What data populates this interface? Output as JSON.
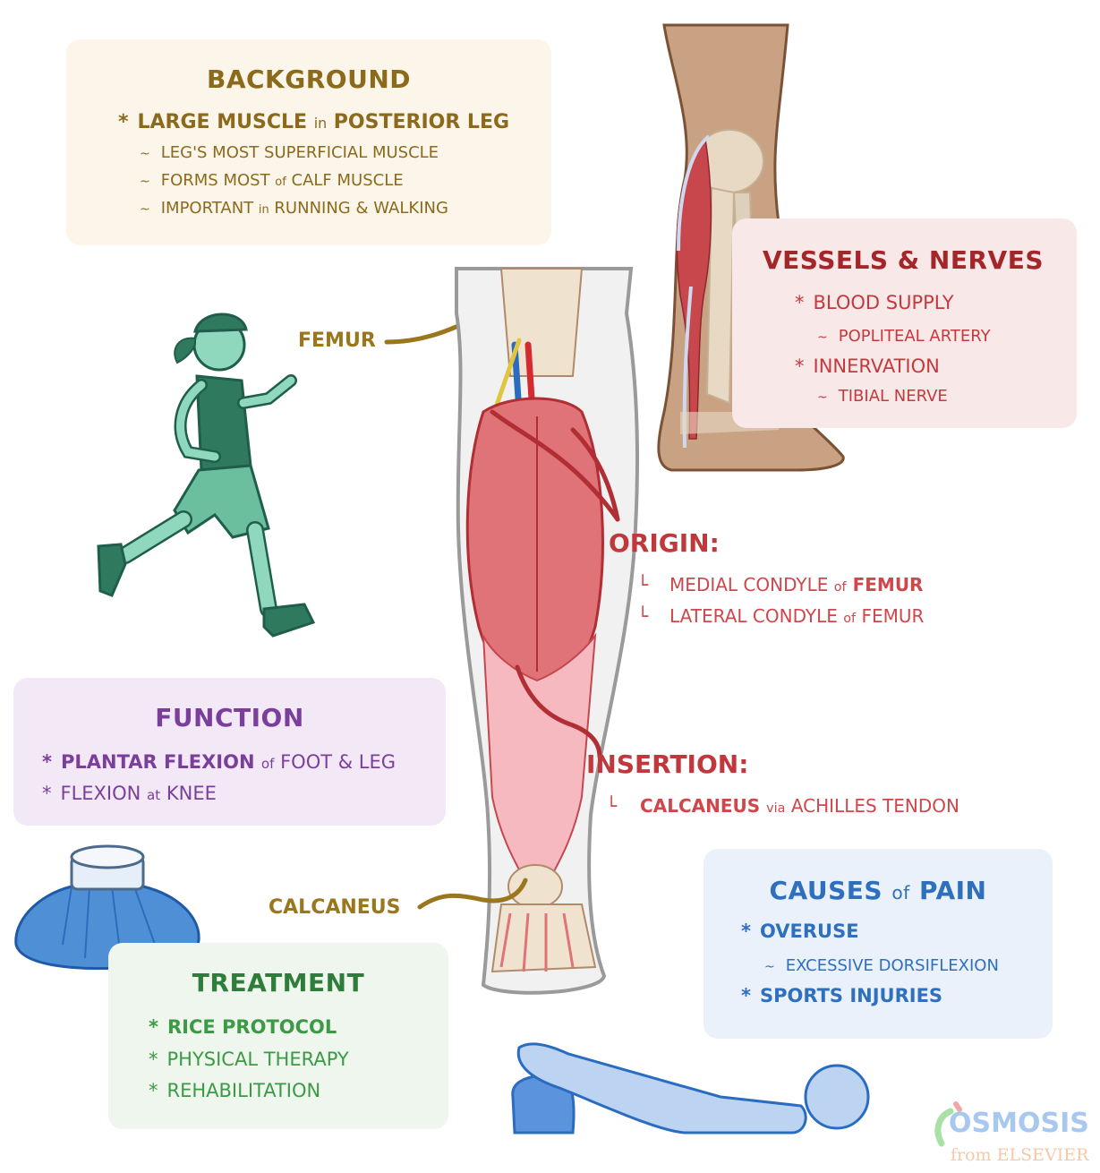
{
  "colors": {
    "background_text": "#8c6a1c",
    "background_box": "#fbf5ea",
    "vessels_text": "#a3262b",
    "vessels_sub": "#c33a3e",
    "vessels_box": "#f9e8e8",
    "function_text": "#7a3f9b",
    "function_box": "#f2e8f6",
    "origin_text": "#c0383c",
    "origin_sub": "#d0474b",
    "causes_text": "#2e6fbe",
    "causes_box": "#ebf1fa",
    "treatment_text": "#2e7d3a",
    "treatment_sub": "#3c9a45",
    "treatment_box": "#eef6ee",
    "bone_label": "#9a761c"
  },
  "background": {
    "title": "BACKGROUND",
    "main": {
      "bullet": "*",
      "pre": "LARGE MUSCLE ",
      "mid": "in",
      "post": " POSTERIOR LEG"
    },
    "subs": [
      {
        "bullet": "~",
        "pre": "LEG'S MOST SUPERFICIAL MUSCLE",
        "mid": "",
        "post": ""
      },
      {
        "bullet": "~",
        "pre": "FORMS MOST ",
        "mid": "of",
        "post": " CALF MUSCLE"
      },
      {
        "bullet": "~",
        "pre": "IMPORTANT ",
        "mid": "in",
        "post": " RUNNING & WALKING"
      }
    ]
  },
  "vessels_nerves": {
    "title": "VESSELS & NERVES",
    "items": [
      {
        "bullet": "*",
        "text": "BLOOD SUPPLY",
        "level": 1
      },
      {
        "bullet": "~",
        "text": "POPLITEAL ARTERY",
        "level": 2
      },
      {
        "bullet": "*",
        "text": "INNERVATION",
        "level": 1
      },
      {
        "bullet": "~",
        "text": "TIBIAL NERVE",
        "level": 2
      }
    ]
  },
  "labels": {
    "femur": "FEMUR",
    "calcaneus": "CALCANEUS"
  },
  "origin": {
    "title": "ORIGIN:",
    "items": [
      {
        "bullet": "└",
        "pre": "MEDIAL CONDYLE ",
        "mid": "of",
        "post": " FEMUR"
      },
      {
        "bullet": "└",
        "pre": "LATERAL CONDYLE ",
        "mid": "of",
        "post": " FEMUR"
      }
    ]
  },
  "insertion": {
    "title": "INSERTION:",
    "items": [
      {
        "bullet": "└",
        "pre": "CALCANEUS ",
        "mid": "via",
        "post": " ACHILLES TENDON"
      }
    ]
  },
  "function": {
    "title": "FUNCTION",
    "items": [
      {
        "bullet": "*",
        "pre": "PLANTAR FLEXION ",
        "mid": "of",
        "post": " FOOT & LEG"
      },
      {
        "bullet": "*",
        "pre": "FLEXION ",
        "mid": "at",
        "post": " KNEE"
      }
    ]
  },
  "causes": {
    "title_pre": "CAUSES ",
    "title_mid": "of",
    "title_post": " PAIN",
    "items": [
      {
        "bullet": "*",
        "text": "OVERUSE",
        "level": 1
      },
      {
        "bullet": "~",
        "text": "EXCESSIVE DORSIFLEXION",
        "level": 2
      },
      {
        "bullet": "*",
        "text": "SPORTS INJURIES",
        "level": 1
      }
    ]
  },
  "treatment": {
    "title": "TREATMENT",
    "items": [
      {
        "bullet": "*",
        "text": "RICE PROTOCOL"
      },
      {
        "bullet": "*",
        "text": "PHYSICAL THERAPY"
      },
      {
        "bullet": "*",
        "text": "REHABILITATION"
      }
    ]
  },
  "logo": {
    "brand": "OSMOSIS",
    "sub": "from ELSEVIER"
  }
}
